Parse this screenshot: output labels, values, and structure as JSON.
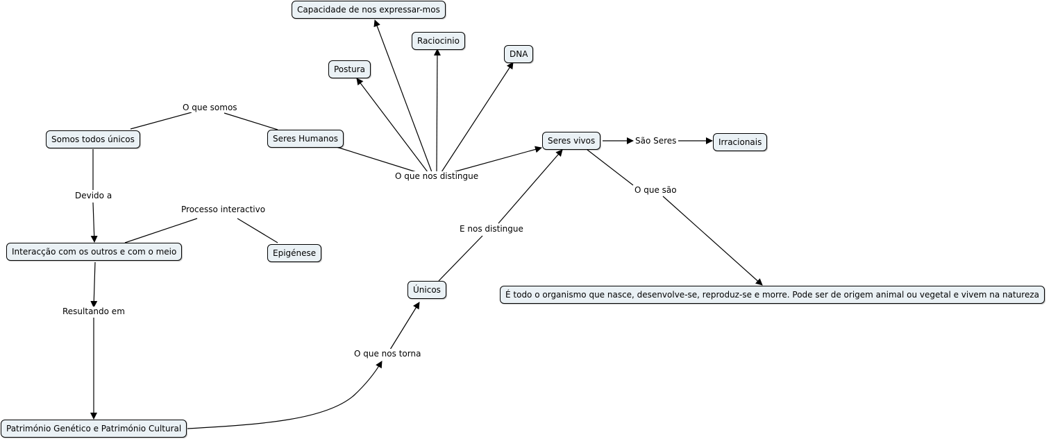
{
  "nodes": {
    "capacidade": "Capacidade de nos expressar-mos",
    "raciocinio": "Raciocinio",
    "dna": "DNA",
    "postura": "Postura",
    "somos_unicos": "Somos todos únicos",
    "seres_humanos": "Seres Humanos",
    "seres_vivos": "Seres vivos",
    "irracionais": "Irracionais",
    "interaccao": "Interacção com os outros e com o meio",
    "epigenese": "Epigénese",
    "unicos": "Únicos",
    "definicao": "É todo o organismo que nasce, desenvolve-se, reproduz-se e morre. Pode ser de origem animal ou vegetal e vivem na natureza",
    "patrimonio": "Património Genético e Património Cultural"
  },
  "links": {
    "o_que_somos": "O que somos",
    "o_que_nos_distingue": "O que nos distingue",
    "sao_seres": "São Seres",
    "devido_a": "Devido a",
    "processo_interactivo": "Processo interactivo",
    "o_que_sao": "O que são",
    "e_nos_distingue": "E nos distingue",
    "resultando_em": "Resultando em",
    "o_que_nos_torna": "O que nos torna"
  }
}
